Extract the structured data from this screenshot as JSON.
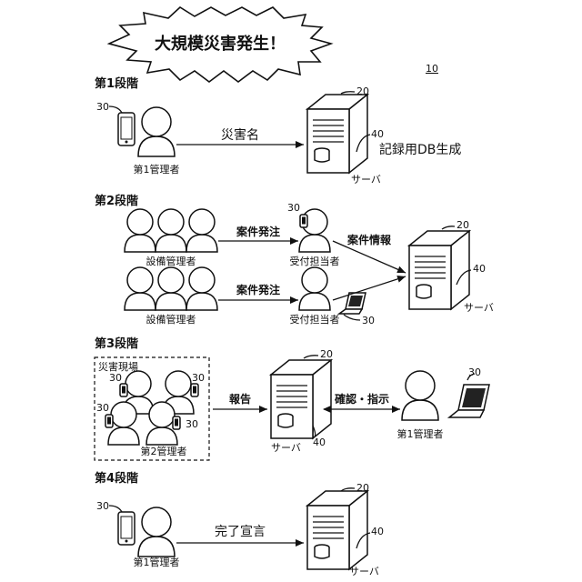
{
  "banner": "大規模災害発生！",
  "figure_ref": "10",
  "server_ref": "20",
  "db_ref": "40",
  "device_ref": "30",
  "stage1": {
    "title": "第1段階",
    "actor": "第1管理者",
    "message": "災害名",
    "server_label": "サーバ",
    "db_note": "記録用DB生成"
  },
  "stage2": {
    "title": "第2段階",
    "group_label": "設備管理者",
    "order_label": "案件発注",
    "receiver_label": "受付担当者",
    "info_label": "案件情報",
    "server_label": "サーバ"
  },
  "stage3": {
    "title": "第3段階",
    "site_label": "災害現場",
    "group_label": "第2管理者",
    "report_label": "報告",
    "confirm_label": "確認・指示",
    "server_label": "サーバ",
    "actor": "第1管理者"
  },
  "stage4": {
    "title": "第4段階",
    "actor": "第1管理者",
    "message": "完了宣言",
    "server_label": "サーバ"
  }
}
